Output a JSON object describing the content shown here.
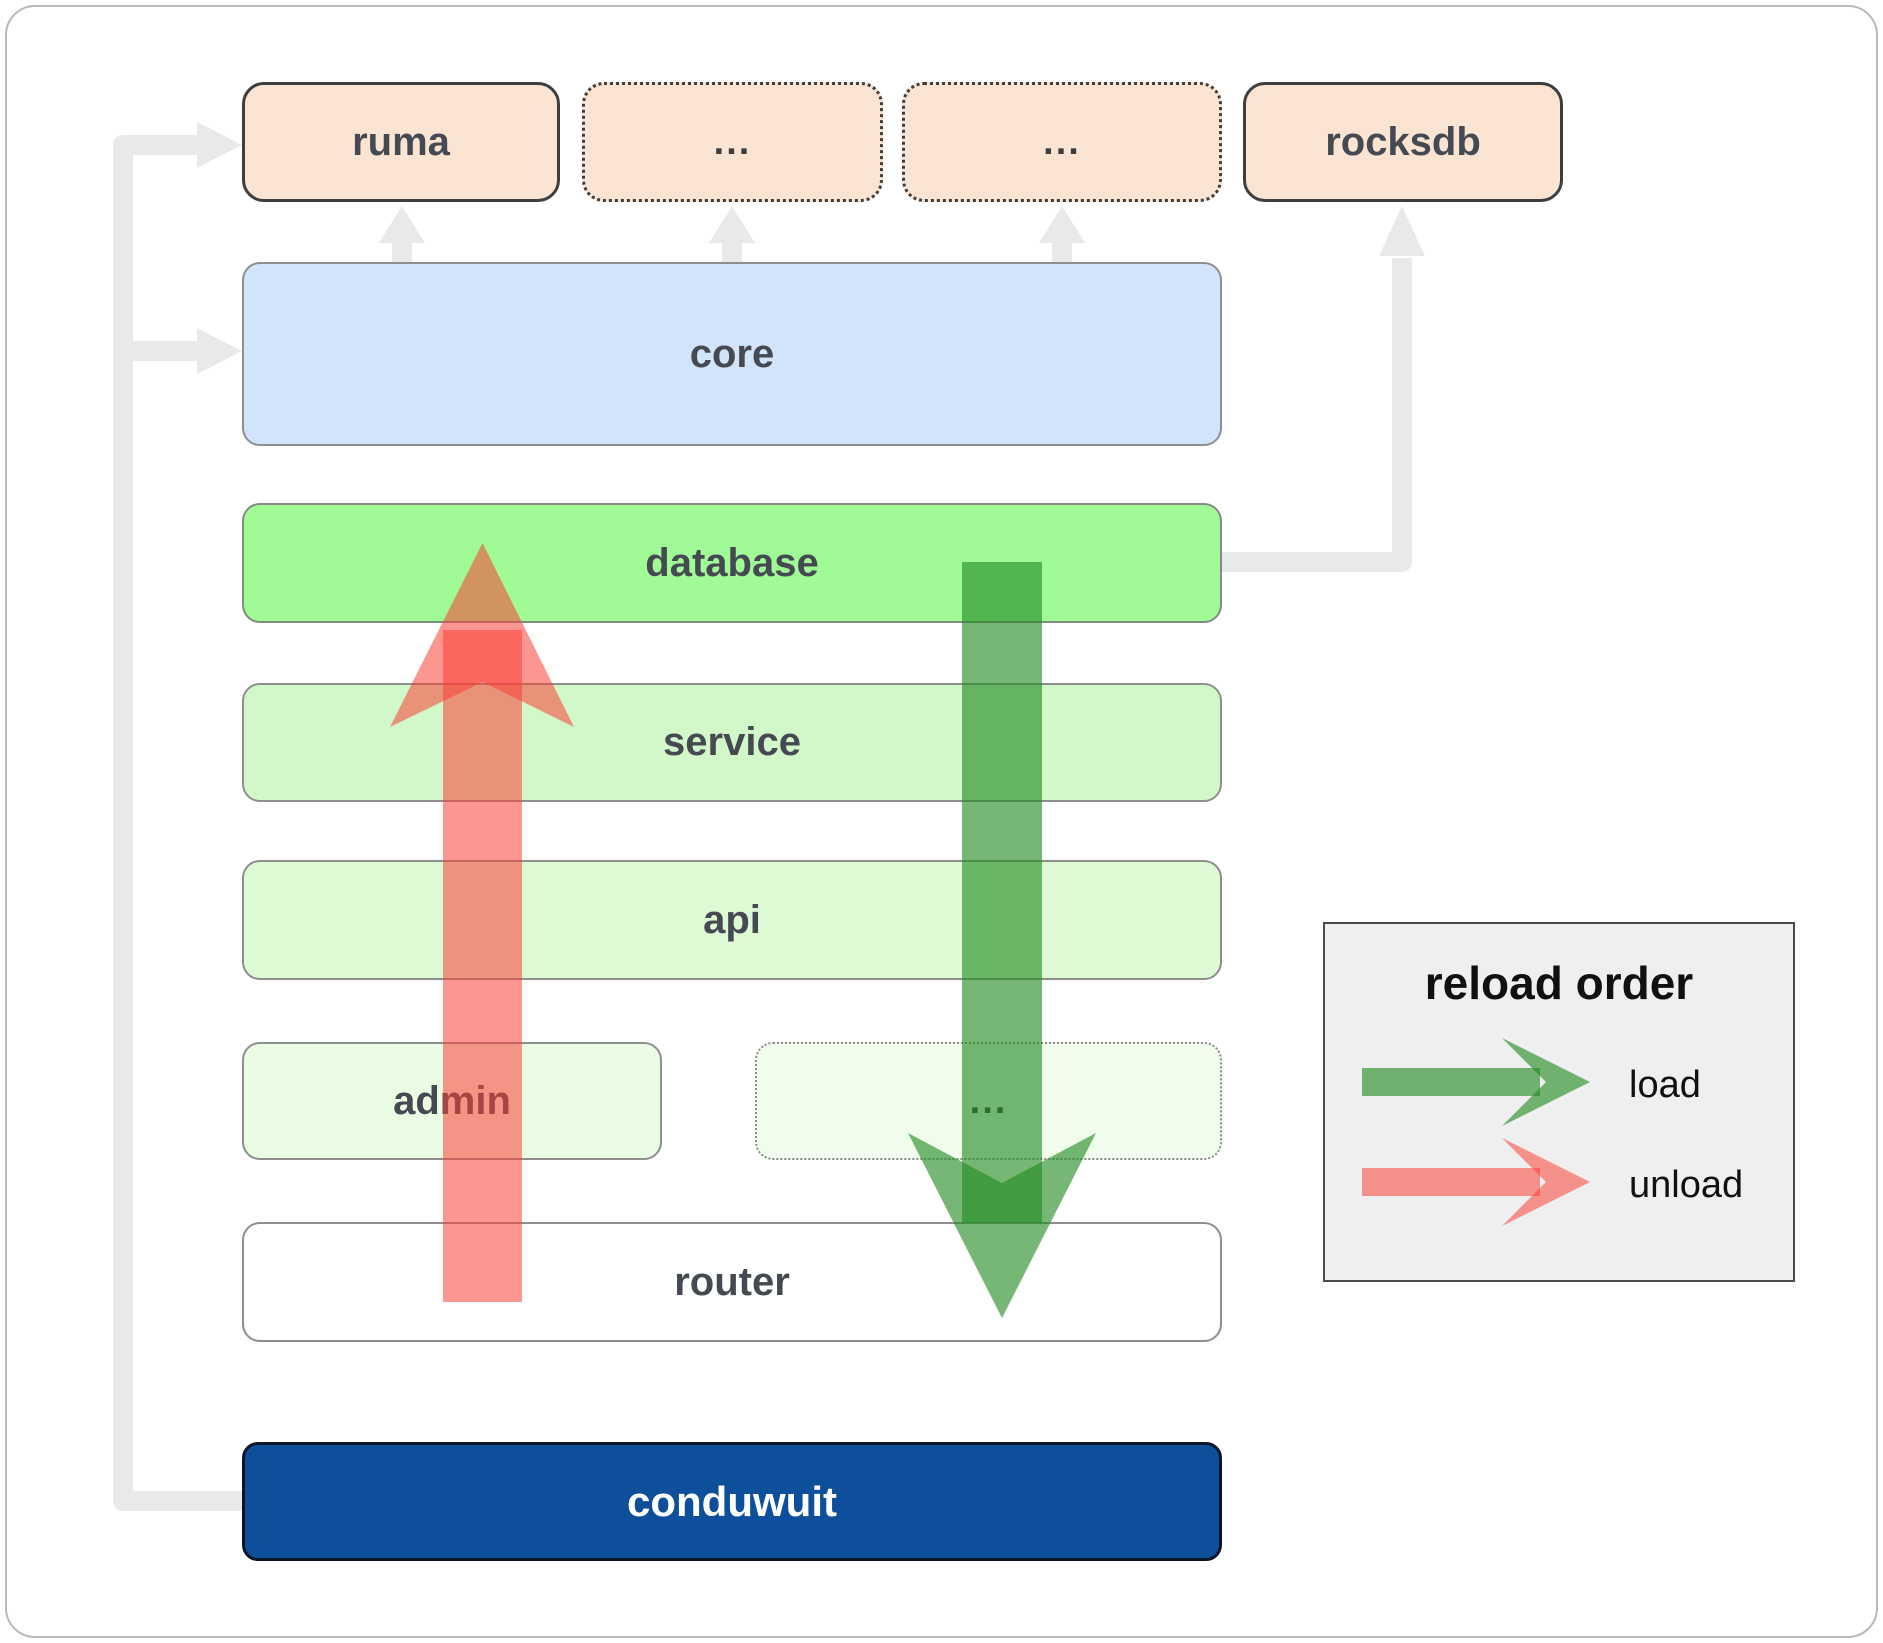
{
  "nodes": {
    "ruma": "ruma",
    "ellipsis_a": "...",
    "ellipsis_b": "...",
    "rocksdb": "rocksdb",
    "core": "core",
    "database": "database",
    "service": "service",
    "api": "api",
    "admin": "admin",
    "ellipsis_admin": "...",
    "router": "router",
    "conduwuit": "conduwuit"
  },
  "legend": {
    "title": "reload order",
    "load_label": "load",
    "unload_label": "unload"
  },
  "arrows": {
    "load": {
      "direction": "down",
      "from": "database",
      "to": "router",
      "color": "rgba(34,139,34,0.62)"
    },
    "unload": {
      "direction": "up",
      "from": "router",
      "to": "database",
      "color": "rgba(249,63,55,0.55)"
    }
  },
  "gray_connections": [
    {
      "from": "conduwuit",
      "to": "ruma"
    },
    {
      "from": "conduwuit",
      "to": "core"
    },
    {
      "from": "core",
      "to": "ruma"
    },
    {
      "from": "core",
      "to": "ellipsis_a"
    },
    {
      "from": "core",
      "to": "ellipsis_b"
    },
    {
      "from": "database",
      "to": "rocksdb"
    }
  ],
  "colors": {
    "peach_fill": "#fce4d2",
    "core_fill": "#d2e4fa",
    "database_fill": "#a0fb96",
    "service_fill": "#d2f8ca",
    "api_fill": "#ddfad5",
    "admin_fill": "#ebfce5",
    "router_fill": "#ffffff",
    "conduwuit_fill": "#0d4f9b",
    "connector_gray": "#e9e9e9",
    "legend_bg": "#efefef"
  }
}
